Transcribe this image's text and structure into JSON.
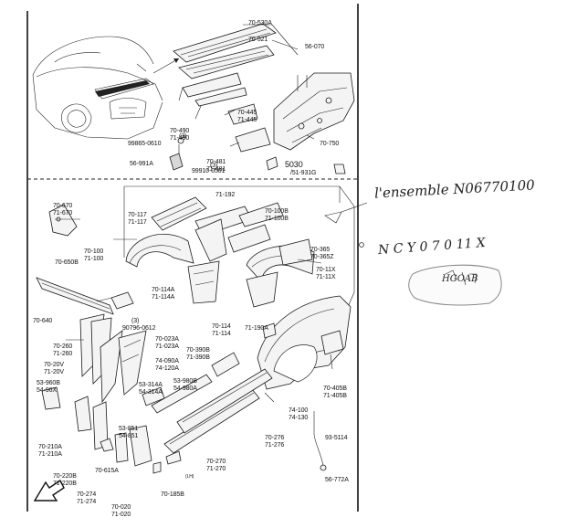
{
  "top_section": {
    "labels": {
      "l70530a": "70-530A",
      "l70521": "70-521",
      "l56070": "56-070",
      "l70445": [
        "70-445",
        "71-445"
      ],
      "l70490": [
        "70-490",
        "71-490"
      ],
      "l70481": [
        "70-481",
        "71-481"
      ],
      "l99865": "99865-0610",
      "l5030": "5030",
      "l751931": "/51-931G",
      "l70750": "70-750",
      "l56991": "56-991A",
      "l3top": "(3)",
      "l99910": "99910-0501",
      "l3b": "(3)"
    }
  },
  "bottom_section": {
    "labels": {
      "l70670": [
        "70-670",
        "71-670"
      ],
      "l70100": [
        "70-100",
        "71-100"
      ],
      "l70117": [
        "70-117",
        "71-117"
      ],
      "l71192": "71-192",
      "l70100b": [
        "70-100B",
        "71-100B"
      ],
      "l70365": [
        "70-365",
        "70-365Z"
      ],
      "l7011x": [
        "70-11X",
        "71-11X"
      ],
      "l70650b": "70-650B",
      "l70114a": [
        "70-114A",
        "71-114A"
      ],
      "l70114": [
        "70-114",
        "71-114"
      ],
      "l90796": [
        "(3)",
        "90796-0612"
      ],
      "l70640": "70-640",
      "l70260": [
        "70-260",
        "71-260"
      ],
      "l70023a": [
        "70-023A",
        "71-023A"
      ],
      "l70190a": "71-190A",
      "l70390b": [
        "70-390B",
        "71-390B"
      ],
      "l7020v": [
        "70-20V",
        "71-20V"
      ],
      "l74090a": [
        "74-090A",
        "74-120A"
      ],
      "l53960b": [
        "53-960B",
        "54-96X"
      ],
      "l53314a": [
        "53-314A",
        "54-314A"
      ],
      "l53980b": [
        "53-980B",
        "54-980A"
      ],
      "l70405b": [
        "70-405B",
        "71-405B"
      ],
      "l74100": [
        "74-100",
        "74-130"
      ],
      "l53851": [
        "53-851",
        "54-851"
      ],
      "l70210a": [
        "70-210A",
        "71-210A"
      ],
      "l70276": [
        "70-276",
        "71-276"
      ],
      "l935114": "93-5114",
      "l70220b": [
        "70-220B",
        "71-220B"
      ],
      "l70615a": "70-615A",
      "l70270": [
        "70-270",
        "71-270"
      ],
      "l70274": [
        "70-274",
        "71-274"
      ],
      "l70020": [
        "70-020",
        "71-020"
      ],
      "l70185b": "70-185B",
      "l70185bsup": "(LH)",
      "l56772a": "56-772A"
    }
  },
  "handwritten": {
    "ensemble": "l'ensemble N06770100",
    "ncy": "N C Y 0 7 0 11 X",
    "stamp": "HGOAB"
  }
}
